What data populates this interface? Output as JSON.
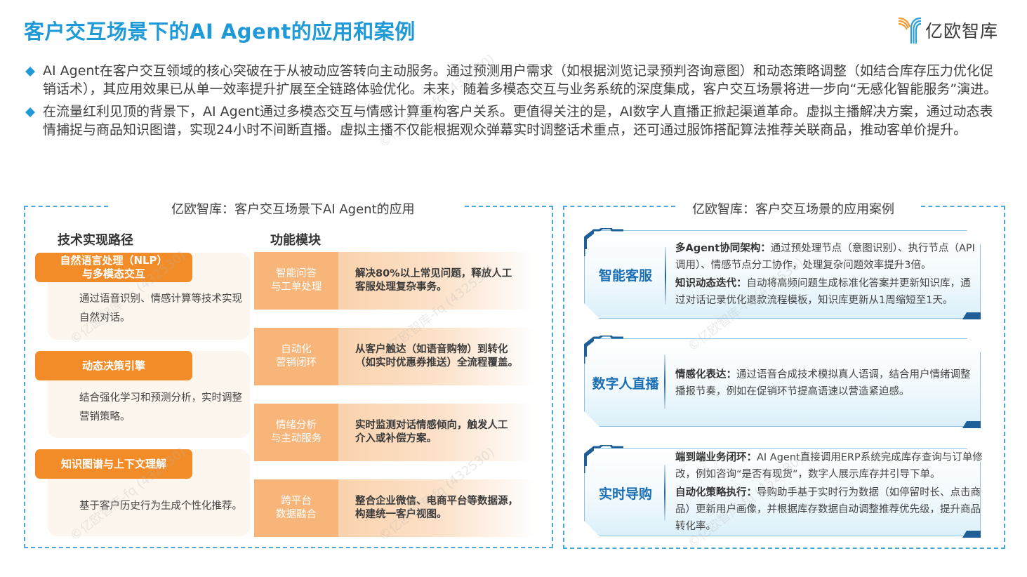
{
  "header": {
    "title": "客户交互场景下的AI Agent的应用和案例",
    "logo_text": "亿欧智库",
    "logo_icon": "yiou-y-logo-icon"
  },
  "bullets": [
    {
      "icon": "diamond-bullet-icon",
      "text": "AI Agent在客户交互领域的核心突破在于从被动应答转向主动服务。通过预测用户需求（如根据浏览记录预判咨询意图）和动态策略调整（如结合库存压力优化促销话术），其应用效果已从单一效率提升扩展至全链路体验优化。未来，随着多模态交互与业务系统的深度集成，客户交互场景将进一步向“无感化智能服务”演进。"
    },
    {
      "icon": "diamond-bullet-icon",
      "text": "在流量红利见顶的背景下，AI Agent通过多模态交互与情感计算重构客户关系。更值得关注的是，AI数字人直播正掀起渠道革命。虚拟主播解决方案，通过动态表情捕捉与商品知识图谱，实现24小时不间断直播。虚拟主播不仅能根据观众弹幕实时调整话术重点，还可通过服饰搭配算法推荐关联商品，推动客单价提升。"
    }
  ],
  "left_panel": {
    "title": "亿欧智库：客户交互场景下AI Agent的应用",
    "tech_heading": "技术实现路径",
    "func_heading": "功能模块",
    "tech_items": [
      {
        "label_line1": "自然语言处理（NLP）",
        "label_line2": "与多模态交互",
        "desc": "通过语音识别、情感计算等技术实现自然对话。"
      },
      {
        "label_line1": "动态决策引擎",
        "label_line2": "",
        "desc": "结合强化学习和预测分析，实时调整营销策略。"
      },
      {
        "label_line1": "知识图谱与上下文理解",
        "label_line2": "",
        "desc": "基于客户历史行为生成个性化推荐。"
      }
    ],
    "func_items": [
      {
        "name_line1": "智能问答",
        "name_line2": "与工单处理",
        "desc_line1": "解决80%以上常见问题，释放人工",
        "desc_line2": "客服处理复杂事务。"
      },
      {
        "name_line1": "自动化",
        "name_line2": "营销闭环",
        "desc_line1": "从客户触达（如语音购物）到转化",
        "desc_line2": "（如实时优惠券推送）全流程覆盖。"
      },
      {
        "name_line1": "情绪分析",
        "name_line2": "与主动服务",
        "desc_line1": "实时监测对话情感倾向，触发人工",
        "desc_line2": "介入或补偿方案。"
      },
      {
        "name_line1": "跨平台",
        "name_line2": "数据融合",
        "desc_line1": "整合企业微信、电商平台等数据源，",
        "desc_line2": "构建统一客户视图。"
      }
    ]
  },
  "right_panel": {
    "title": "亿欧智库：客户交互场景的应用案例",
    "cases": [
      {
        "name": "智能客服",
        "points": [
          {
            "bold": "多Agent协同架构：",
            "text": "通过预处理节点（意图识别）、执行节点（API调用）、情感节点分工协作，处理复杂问题效率提升3倍。"
          },
          {
            "bold": "知识动态迭代：",
            "text": "自动将高频问题生成标准化答案并更新知识库，通过对话记录优化退款流程模板，知识库更新从1周缩短至1天。"
          }
        ]
      },
      {
        "name": "数字人直播",
        "points": [
          {
            "bold": "情感化表达：",
            "text": "通过语音合成技术模拟真人语调，结合用户情绪调整播报节奏，例如在促销环节提高语速以营造紧迫感。"
          }
        ]
      },
      {
        "name": "实时导购",
        "points": [
          {
            "bold": "端到端业务闭环：",
            "text": "AI Agent直接调用ERP系统完成库存查询与订单修改，例如咨询“是否有现货”，数字人展示库存并引导下单。"
          },
          {
            "bold": "自动化策略执行：",
            "text": "导购助手基于实时行为数据（如停留时长、点击商品）更新用户画像，并根据库存数据自动调整推荐优先级，提升商品转化率。"
          }
        ]
      }
    ]
  },
  "colors": {
    "title_blue": "#1f9ad6",
    "orange": "#f28c28",
    "light_orange": "#f8b57a",
    "case_blue": "#1a6fb5",
    "dash_blue": "#4aa7d6"
  },
  "watermark": "©亿欧智库-fq (432530)"
}
